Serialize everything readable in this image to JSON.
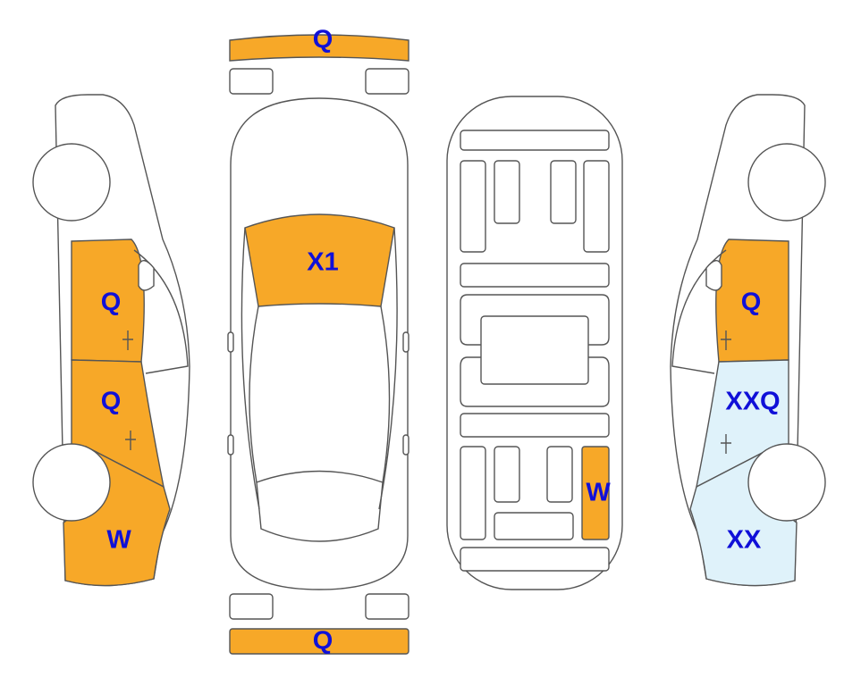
{
  "colors": {
    "damage": "#f7a828",
    "damage_light": "#dff2fa",
    "label": "#1010d8",
    "outline": "#555555"
  },
  "labels": {
    "front_bumper": "Q",
    "rear_bumper": "Q",
    "windshield": "X1",
    "left_front_door": "Q",
    "left_rear_door": "Q",
    "left_rear_quarter": "W",
    "floor_rear_panel": "W",
    "right_front_door": "Q",
    "right_rear_door": "XXQ",
    "right_rear_quarter": "XX"
  }
}
